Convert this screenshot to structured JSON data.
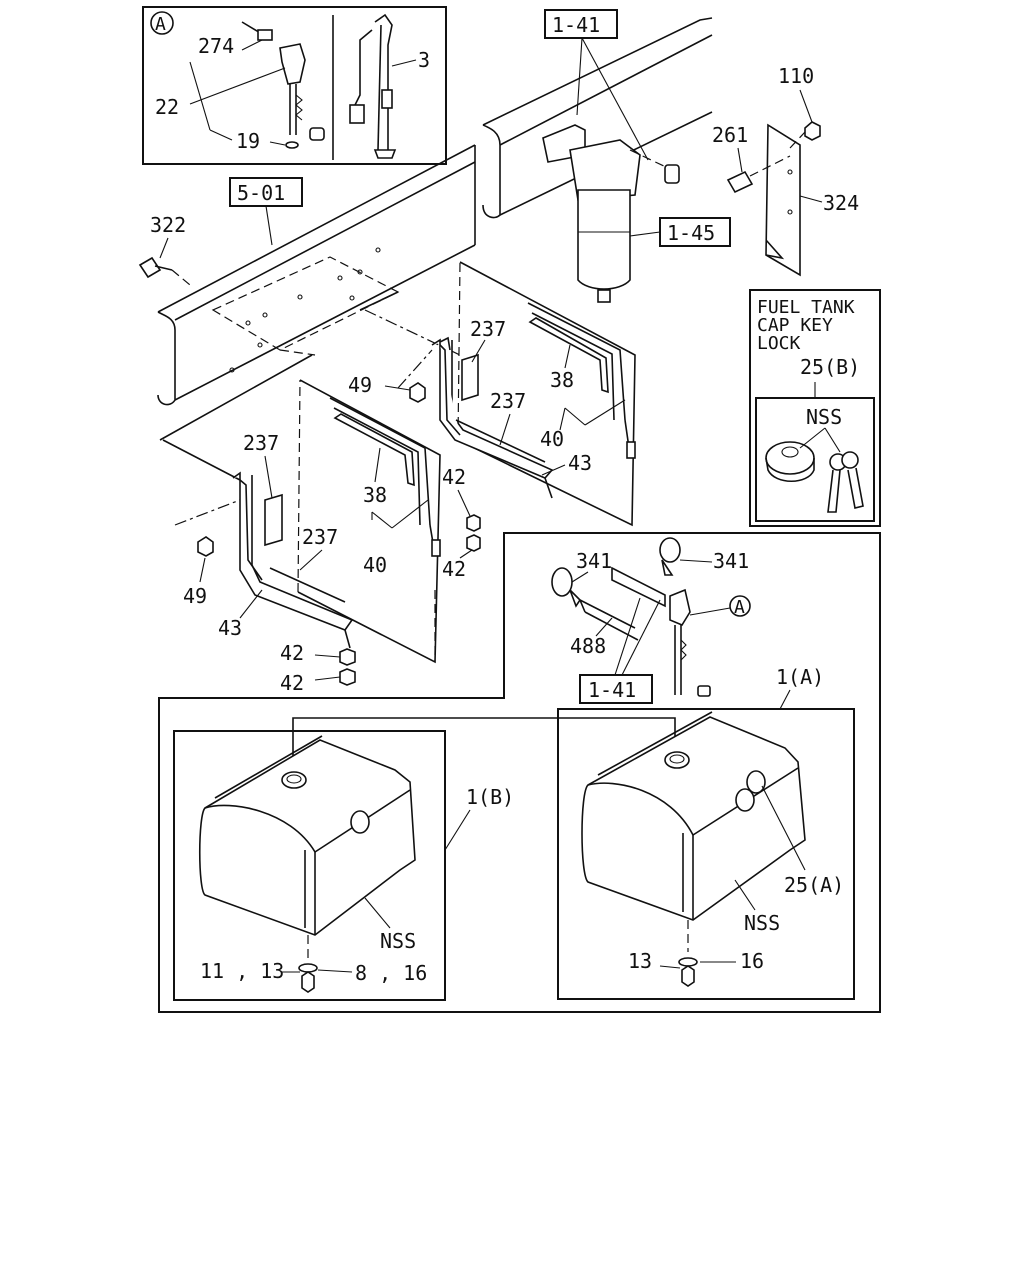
{
  "labels": {
    "circle_a_top": "A",
    "p274": "274",
    "p22": "22",
    "p19": "19",
    "p3": "3",
    "ref_1_41_top": "1-41",
    "p110": "110",
    "p261": "261",
    "p324": "324",
    "ref_5_01": "5-01",
    "ref_1_45": "1-45",
    "p322": "322",
    "fuel_tank_l1": "FUEL TANK",
    "fuel_tank_l2": "CAP KEY",
    "fuel_tank_l3": "LOCK",
    "p25b": "25(B)",
    "nss_key": "NSS",
    "p237_a": "237",
    "p38_a": "38",
    "p237_b": "237",
    "p40_a": "40",
    "p43_a": "43",
    "p49_a": "49",
    "p42_a": "42",
    "p42_b": "42",
    "p237_c": "237",
    "p38_b": "38",
    "p237_d": "237",
    "p40_b": "40",
    "p49_b": "49",
    "p43_b": "43",
    "p42_c": "42",
    "p42_d": "42",
    "p341_a": "341",
    "p341_b": "341",
    "circle_a_mid": "A",
    "p488": "488",
    "ref_1_41_mid": "1-41",
    "p1a": "1(A)",
    "p1b": "1(B)",
    "nss_left": "NSS",
    "p11_13": "11 , 13",
    "p8_16": "8 , 16",
    "p25a": "25(A)",
    "nss_right": "NSS",
    "p13": "13",
    "p16": "16"
  }
}
